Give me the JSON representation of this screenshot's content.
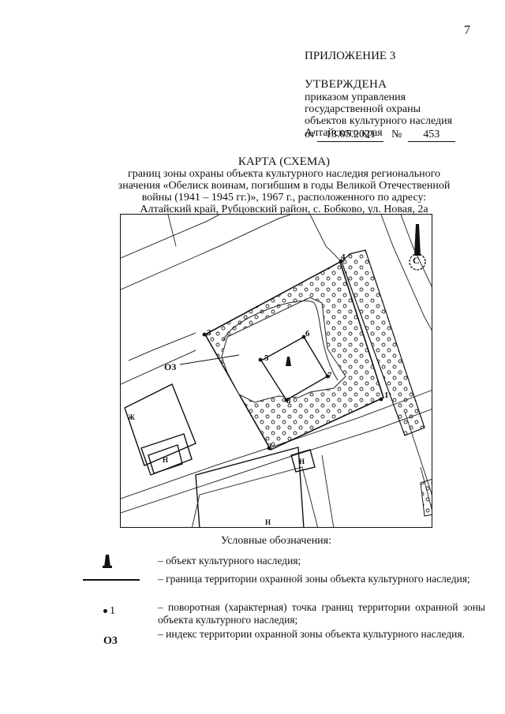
{
  "page_number": "7",
  "header": {
    "appendix": "ПРИЛОЖЕНИЕ 3",
    "approved": "УТВЕРЖДЕНА",
    "line1": "приказом управления",
    "line2": "государственной охраны",
    "line3": "объектов культурного наследия",
    "line4": "Алтайского края",
    "from_label": "от",
    "date": "13.05.2021",
    "no_label": "№",
    "number": "453"
  },
  "title": {
    "line1": "КАРТА (СХЕМА)",
    "line2": "границ зоны охраны объекта культурного наследия регионального",
    "line3": "значения «Обелиск воинам, погибшим в годы Великой Отечественной",
    "line4": "войны (1941 – 1945 гг.)», 1967 г., расположенного по адресу:",
    "line5": "Алтайский край, Рубцовский район, с. Бобково, ул. Новая, 2а"
  },
  "map": {
    "points": [
      "1",
      "2",
      "3",
      "4",
      "5",
      "6",
      "7",
      "8"
    ],
    "zone_index": "О3",
    "north_label": "С",
    "building_labels": [
      "Ж",
      "Н",
      "Н",
      "Н"
    ]
  },
  "legend": {
    "title": "Условные обозначения:",
    "items": [
      {
        "text": "– объект культурного наследия;"
      },
      {
        "text": "– граница территории охранной зоны объекта культурного наследия;"
      },
      {
        "symbol": "1",
        "text": "– поворотная (характерная) точка границ территории охранной зоны объекта культурного наследия;"
      },
      {
        "symbol": "О3",
        "text": "– индекс территории охранной зоны объекта культурного наследия."
      }
    ]
  }
}
